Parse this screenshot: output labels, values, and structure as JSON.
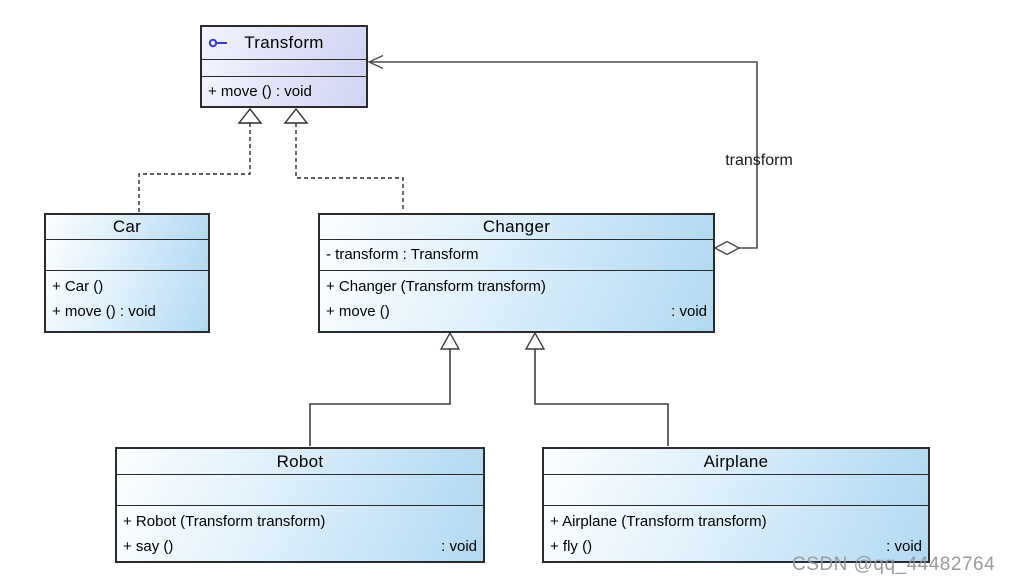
{
  "diagram": {
    "title": "UML class diagram",
    "watermark": "CSDN @qq_44482764",
    "edge_labels": {
      "aggregation": "transform"
    },
    "classes": {
      "transform": {
        "name": "Transform",
        "kind": "interface",
        "icon": "interface-lollipop-icon",
        "attributes": [],
        "operations": [
          {
            "text": "+ move () : void"
          }
        ]
      },
      "car": {
        "name": "Car",
        "kind": "class",
        "attributes": [],
        "operations": [
          {
            "text": "+ Car ()"
          },
          {
            "text": "+ move () : void"
          }
        ]
      },
      "changer": {
        "name": "Changer",
        "kind": "class",
        "attributes": [
          {
            "text": "- transform : Transform"
          }
        ],
        "operations": [
          {
            "text": "+ Changer (Transform transform)"
          },
          {
            "text": "+ move ()",
            "rtext": ": void"
          }
        ]
      },
      "robot": {
        "name": "Robot",
        "kind": "class",
        "attributes": [],
        "operations": [
          {
            "text": "+ Robot (Transform transform)"
          },
          {
            "text": "+ say ()",
            "rtext": ": void"
          }
        ]
      },
      "airplane": {
        "name": "Airplane",
        "kind": "class",
        "attributes": [],
        "operations": [
          {
            "text": "+ Airplane (Transform transform)"
          },
          {
            "text": "+ fly ()",
            "rtext": ": void"
          }
        ]
      }
    },
    "relationships": [
      {
        "type": "realization",
        "from": "Car",
        "to": "Transform"
      },
      {
        "type": "realization",
        "from": "Changer",
        "to": "Transform"
      },
      {
        "type": "generalization",
        "from": "Robot",
        "to": "Changer"
      },
      {
        "type": "generalization",
        "from": "Airplane",
        "to": "Changer"
      },
      {
        "type": "aggregation",
        "from": "Changer",
        "to": "Transform",
        "label": "transform"
      }
    ],
    "colors": {
      "class_fill_light": "#fcfeff",
      "class_fill_blue": "#b2d9f2",
      "interface_fill_light": "#f3f4fd",
      "interface_fill_lavender": "#d2d5f2",
      "border": "#2b2b2b",
      "line": "#3f3f3f",
      "icon": "#3b3bd0",
      "watermark": "#949699"
    }
  }
}
